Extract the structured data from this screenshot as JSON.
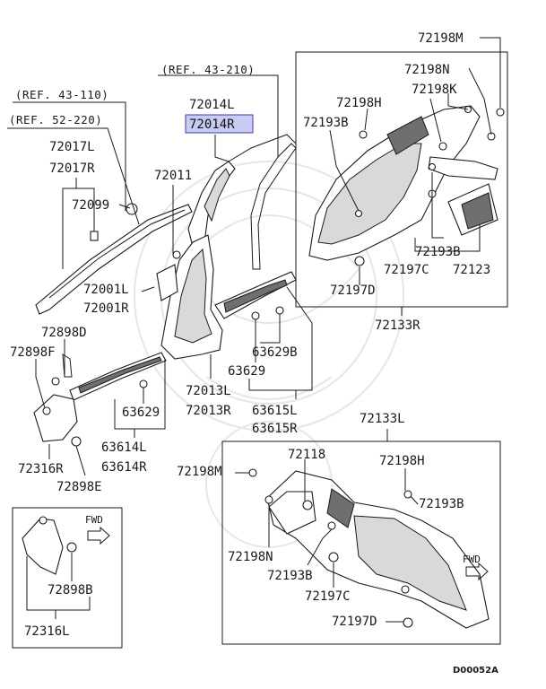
{
  "diagram_id": "D00052A",
  "refs": {
    "ref_43_210": "(REF. 43-210)",
    "ref_43_110": "(REF. 43-110)",
    "ref_52_220": "(REF. 52-220)"
  },
  "labels": {
    "p72198M_top": "72198M",
    "p72198N_top": "72198N",
    "p72198H_top": "72198H",
    "p72198K": "72198K",
    "p72193B_top1": "72193B",
    "p72014L": "72014L",
    "p72014R": "72014R",
    "p72017L": "72017L",
    "p72017R": "72017R",
    "p72011": "72011",
    "p72099": "72099",
    "p72193B_top2": "72193B",
    "p72197C_top": "72197C",
    "p72123": "72123",
    "p72197D_top": "72197D",
    "p72001L": "72001L",
    "p72001R": "72001R",
    "p72133R": "72133R",
    "p72898D": "72898D",
    "p72898F": "72898F",
    "p63629B": "63629B",
    "p63629_mid": "63629",
    "p72013L": "72013L",
    "p72013R": "72013R",
    "p63615L": "63615L",
    "p63615R": "63615R",
    "p63629_low": "63629",
    "p63614L": "63614L",
    "p63614R": "63614R",
    "p72316R": "72316R",
    "p72898E": "72898E",
    "p72133L": "72133L",
    "p72118": "72118",
    "p72198H_low": "72198H",
    "p72198M_low": "72198M",
    "p72193B_low1": "72193B",
    "p72198N_low": "72198N",
    "p72193B_low2": "72193B",
    "p72197C_low": "72197C",
    "p72197D_low": "72197D",
    "p72898B": "72898B",
    "p72316L": "72316L"
  },
  "fwd": {
    "inset_left": "FWD",
    "lower_right": "FWD"
  },
  "colors": {
    "highlight_fill": "#c9cbf2",
    "highlight_border": "#3c3fa0",
    "line": "#1a1a1a"
  }
}
